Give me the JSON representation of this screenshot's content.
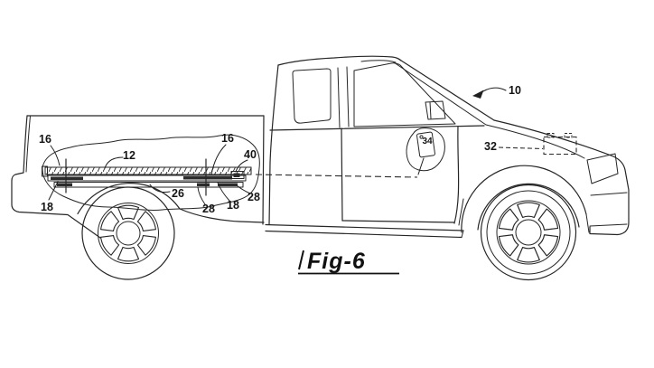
{
  "figure": {
    "label": "Fig-6"
  },
  "callouts": {
    "truck": "10",
    "cover_panel": "12",
    "rail_left": "16",
    "rail_right": "16",
    "support_left": "18",
    "support_right": "18",
    "track": "26",
    "bracket_mid": "28",
    "bracket_right": "28",
    "battery": "32",
    "keypad": "34",
    "latch": "40"
  },
  "colors": {
    "line": "#262626",
    "background": "#ffffff"
  }
}
